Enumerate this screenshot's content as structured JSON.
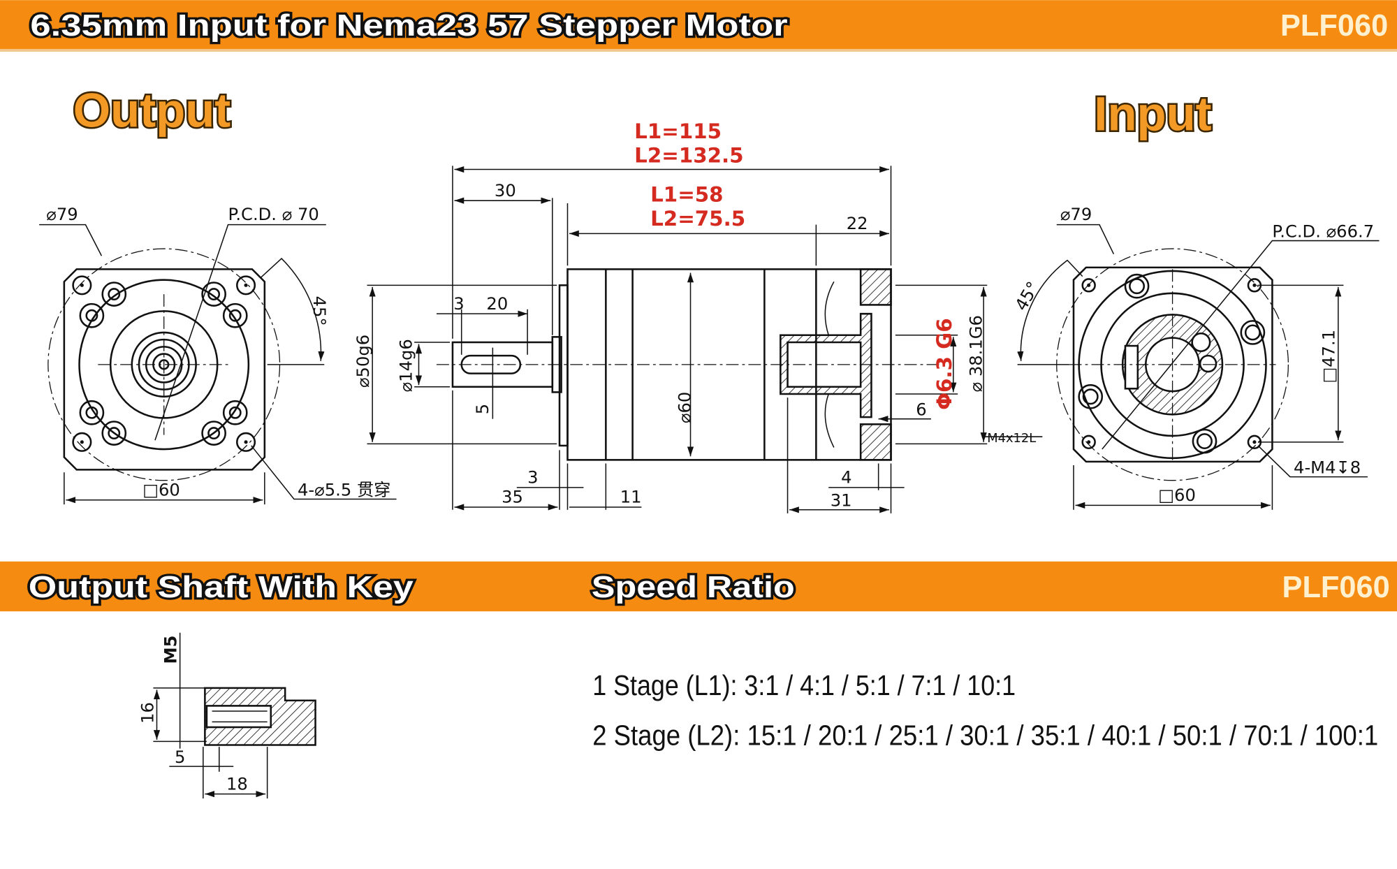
{
  "header": {
    "title": "6.35mm Input for Nema23 57 Stepper Motor",
    "model": "PLF060"
  },
  "views": {
    "output_label": "Output",
    "input_label": "Input"
  },
  "output_view": {
    "dia_79": "⌀79",
    "pcd": "P.C.D. ⌀ 70",
    "angle": "45°",
    "square": "□60",
    "holes": "4-⌀5.5 贯穿"
  },
  "side_view": {
    "total_length_l1": "L1=115",
    "total_length_l2": "L2=132.5",
    "body_length_l1": "L1=58",
    "body_length_l2": "L2=75.5",
    "shaft_length": "30",
    "dim_22": "22",
    "dim_3_key": "3",
    "key_length": "20",
    "key_width": "5",
    "pilot_dia": "⌀50g6",
    "shaft_dia": "⌀14g6",
    "body_dia": "⌀60",
    "input_bore": "Φ6.3 G6",
    "input_pilot": "⌀ 38.1G6",
    "dim_6": "6",
    "screw": "M4x12L",
    "dim_3_flange": "3",
    "dim_35": "35",
    "dim_11": "11",
    "dim_4": "4",
    "dim_31": "31"
  },
  "input_view": {
    "dia_79": "⌀79",
    "pcd": "P.C.D. ⌀66.7",
    "angle": "45°",
    "square_side": "□47.1",
    "holes": "4-M4↧8",
    "square": "□60"
  },
  "section_bar": {
    "shaft_title": "Output Shaft With Key",
    "ratio_title": "Speed Ratio",
    "model": "PLF060"
  },
  "key_detail": {
    "thread": "M5",
    "dim_16": "16",
    "dim_5": "5",
    "dim_18": "18"
  },
  "speed_ratio": {
    "stage1": "1 Stage (L1): 3:1 / 4:1 / 5:1 / 7:1 / 10:1",
    "stage2": "2 Stage (L2): 15:1 / 20:1 / 25:1 / 30:1 / 35:1 / 40:1 / 50:1 / 70:1 / 100:1"
  },
  "colors": {
    "bar": "#F68B12",
    "red_dims": "#D42A20",
    "label_orange": "#F39A26"
  }
}
